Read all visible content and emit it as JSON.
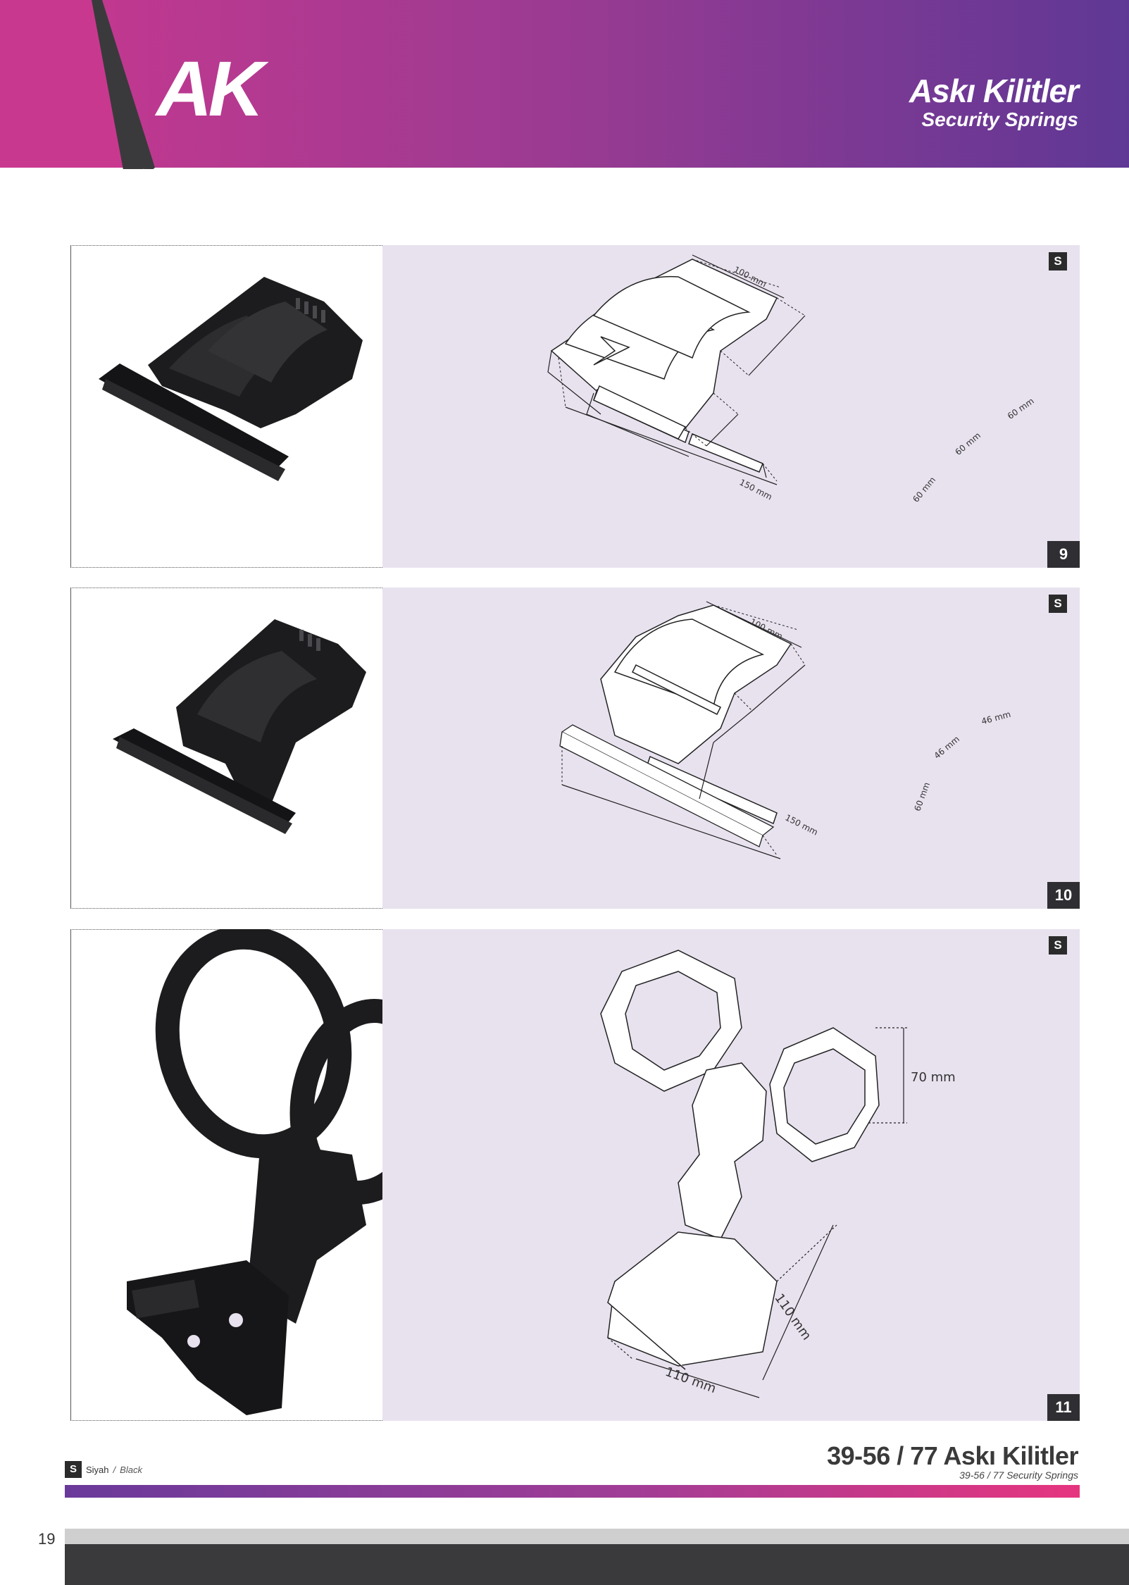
{
  "header": {
    "brand": "AK",
    "title": "Askı Kilitler",
    "subtitle": "Security Springs",
    "gradient_start": "#c9388f",
    "gradient_end": "#5f3895",
    "accent_dark": "#3a3a3c"
  },
  "products": [
    {
      "number": "9",
      "color_code": "S",
      "dimensions": [
        "100 mm",
        "60 mm",
        "60 mm",
        "60 mm",
        "150 mm"
      ]
    },
    {
      "number": "10",
      "color_code": "S",
      "dimensions": [
        "100 mm",
        "46 mm",
        "46 mm",
        "60 mm",
        "150 mm"
      ]
    },
    {
      "number": "11",
      "color_code": "S",
      "dimensions": [
        "70 mm",
        "110 mm",
        "110 mm"
      ]
    }
  ],
  "legend": {
    "code": "S",
    "label_tr": "Siyah",
    "separator": " / ",
    "label_en": "Black"
  },
  "footer": {
    "title": "39-56 / 77 Askı Kilitler",
    "subtitle": "39-56 / 77 Security Springs"
  },
  "page_number": "19"
}
